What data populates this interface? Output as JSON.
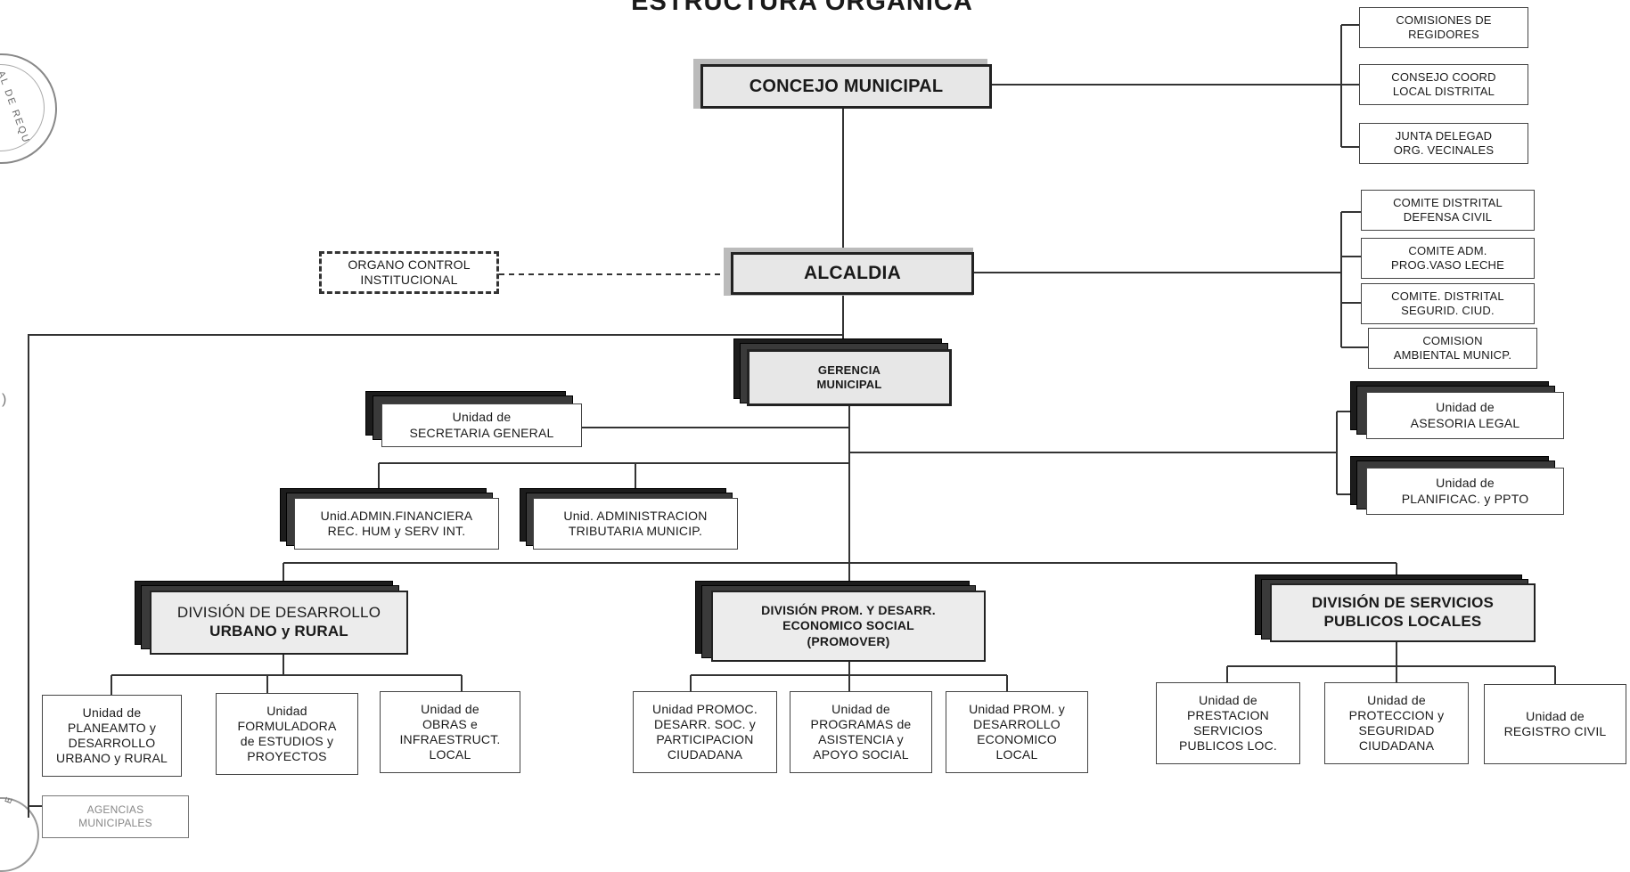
{
  "header": {
    "title": "ESTRUCTURA ORGANICA"
  },
  "seal": {
    "text": "AL DE REQU",
    "text2": "E",
    "edge_mark": ")"
  },
  "colors": {
    "line": "#333333",
    "box_fill": "#e7e7e7",
    "shadow": "#1c1c1c"
  },
  "nodes": {
    "concejo": "CONCEJO MUNICIPAL",
    "alcaldia": "ALCALDIA",
    "organo_control": "ORGANO CONTROL\nINSTITUCIONAL",
    "comisiones": "COMISIONES DE\nREGIDORES",
    "consejo_coord": "CONSEJO  COORD\nLOCAL  DISTRITAL",
    "junta": "JUNTA DELEGAD\nORG. VECINALES",
    "comite_defensa": "COMITE DISTRITAL\nDEFENSA CIVIL",
    "comite_vaso": "COMITE  ADM.\nPROG.VASO LECHE",
    "comite_seguridad": "COMITE.  DISTRITAL\nSEGURID. CIUD.",
    "comision_ambiental": "COMISION\nAMBIENTAL MUNICP.",
    "gerencia": "GERENCIA\nMUNICIPAL",
    "secretaria": "Unidad  de\nSECRETARIA GENERAL",
    "asesoria": "Unidad de\nASESORIA LEGAL",
    "planificacion": "Unidad de\nPLANIFICAC. y  PPTO",
    "admin_financiera": "Unid.ADMIN.FINANCIERA\nREC. HUM y SERV INT.",
    "admin_tributaria": "Unid.  ADMINISTRACION\nTRIBUTARIA  MUNICIP.",
    "div_desarrollo_l1": "DIVISIÓN  DE DESARROLLO",
    "div_desarrollo_l2": "URBANO y RURAL",
    "div_promover": "DIVISIÓN  PROM.  Y  DESARR.\nECONOMICO SOCIAL\n(PROMOVER)",
    "div_servicios": "DIVISIÓN DE SERVICIOS\nPUBLICOS LOCALES",
    "u_planeamiento": "Unidad de\nPLANEAMTO y\nDESARROLLO\nURBANO y RURAL",
    "u_formuladora": "Unidad\nFORMULADORA\nde ESTUDIOS  y\nPROYECTOS",
    "u_obras": "Unidad de\nOBRAS e\nINFRAESTRUCT.\nLOCAL",
    "u_promoc": "Unidad  PROMOC.\nDESARR. SOC. y\nPARTICIPACION\nCIUDADANA",
    "u_programas": "Unidad de\nPROGRAMAS de\nASISTENCIA y\nAPOYO SOCIAL",
    "u_prom_desarrollo": "Unidad PROM. y\nDESARROLLO\nECONOMICO\nLOCAL",
    "u_prestacion": "Unidad de\nPRESTACION\nSERVICIOS\nPUBLICOS LOC.",
    "u_proteccion": "Unidad de\nPROTECCION y\nSEGURIDAD\nCIUDADANA",
    "u_registro": "Unidad de\nREGISTRO  CIVIL",
    "agencias": "AGENCIAS\nMUNICIPALES"
  }
}
